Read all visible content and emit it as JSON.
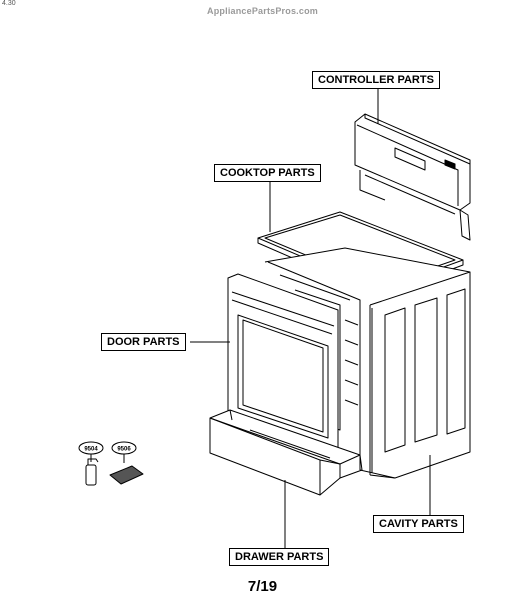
{
  "header": {
    "watermark": "AppliancePartsPros.com",
    "corner_mark": "4.30"
  },
  "labels": {
    "controller": "CONTROLLER PARTS",
    "cooktop": "COOKTOP PARTS",
    "door": "DOOR PARTS",
    "cavity": "CAVITY PARTS",
    "drawer": "DRAWER PARTS"
  },
  "accessories": {
    "item1": "9504",
    "item2": "9506"
  },
  "footer": {
    "page": "7/19"
  }
}
